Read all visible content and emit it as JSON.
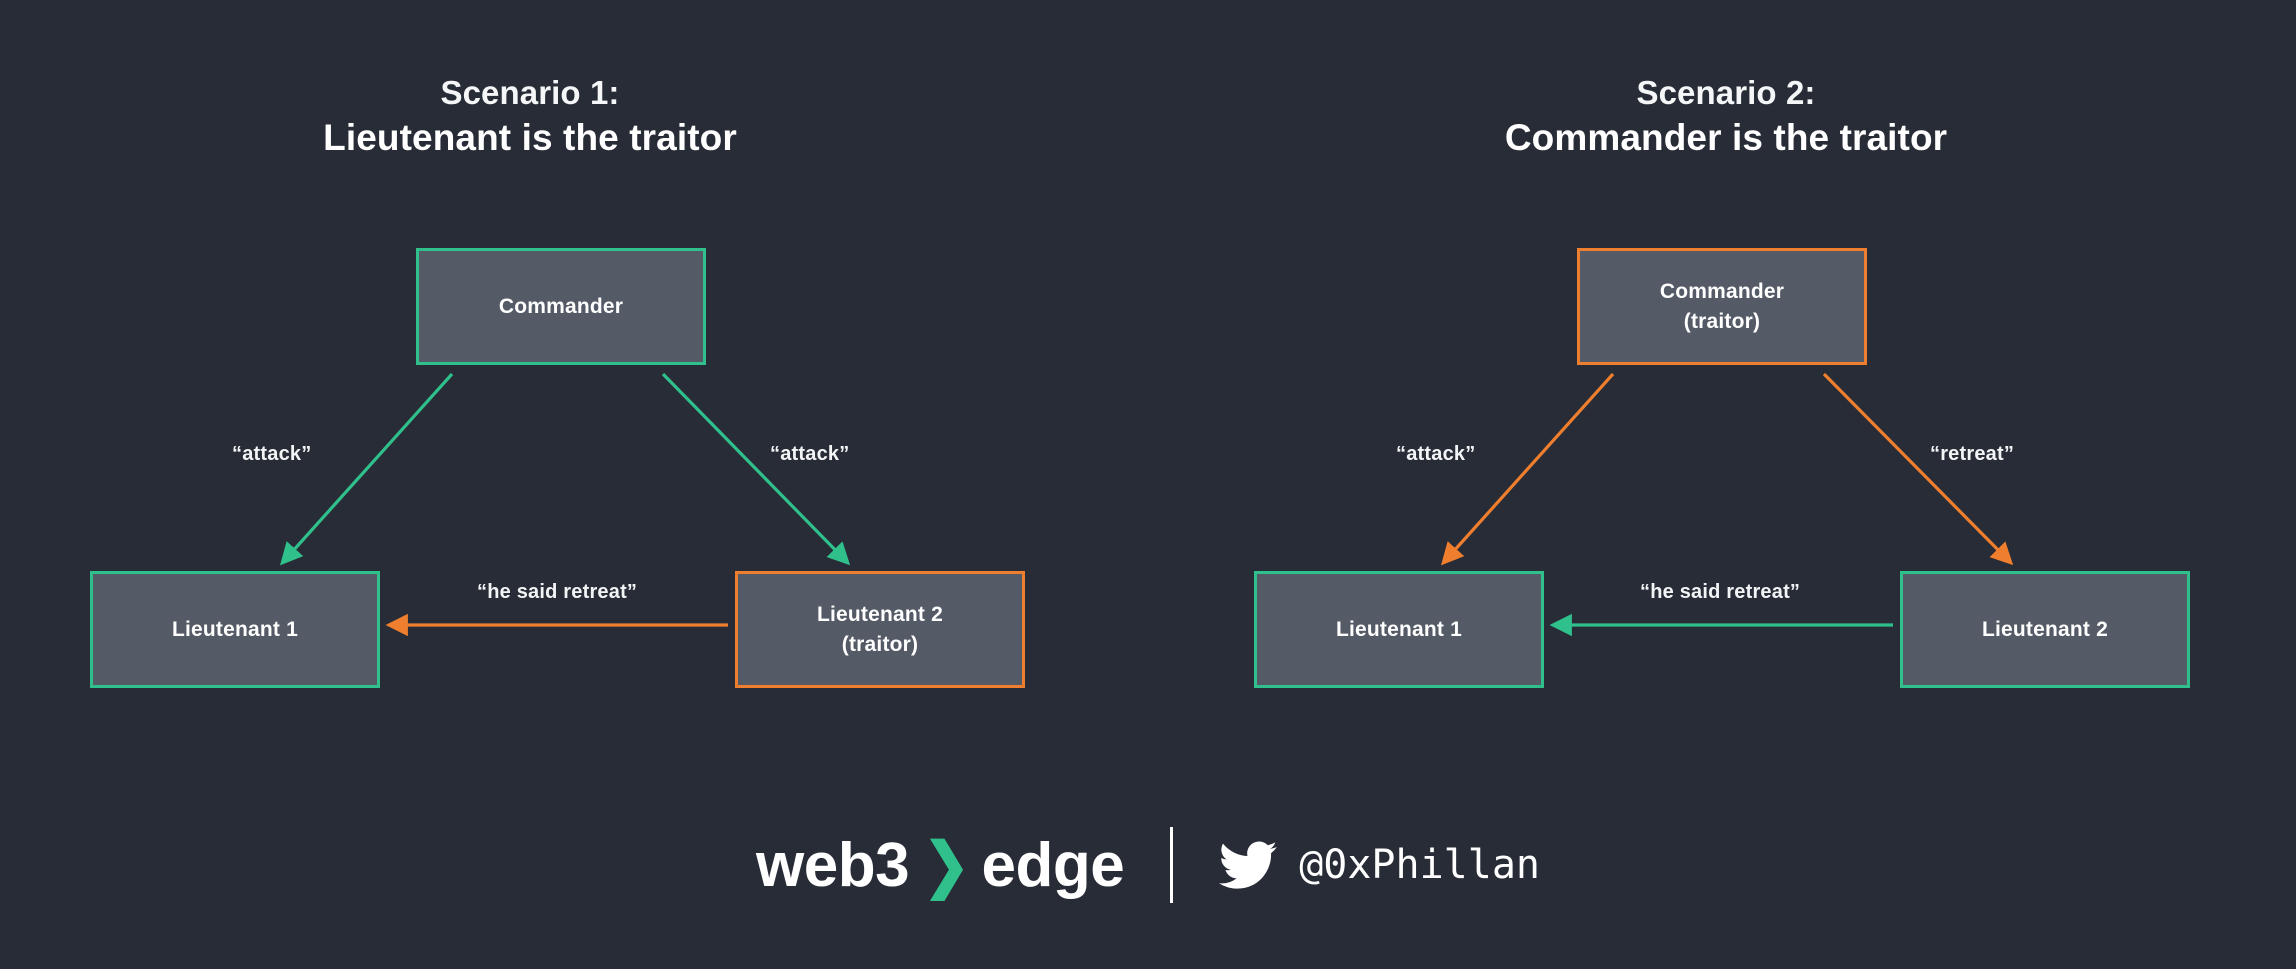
{
  "page": {
    "background_color": "#282c36",
    "box_fill_color": "#545a66",
    "green_color": "#2fc08c",
    "orange_color": "#ef7f2e",
    "text_color": "#ffffff"
  },
  "scenarios": [
    {
      "id": "scenario-1",
      "title_line1": "Scenario 1:",
      "title_line2": "Lieutenant is the traitor",
      "nodes": {
        "commander": {
          "label": "Commander",
          "border_color": "#2fc08c"
        },
        "lieutenant1": {
          "label": "Lieutenant 1",
          "border_color": "#2fc08c"
        },
        "lieutenant2": {
          "label": "Lieutenant 2\n(traitor)",
          "border_color": "#ef7f2e"
        }
      },
      "edges": {
        "commander_to_lt1": {
          "label": "“attack”",
          "color": "#2fc08c"
        },
        "commander_to_lt2": {
          "label": "“attack”",
          "color": "#2fc08c"
        },
        "lt2_to_lt1": {
          "label": "“he said retreat”",
          "color": "#ef7f2e"
        }
      }
    },
    {
      "id": "scenario-2",
      "title_line1": "Scenario 2:",
      "title_line2": "Commander is the traitor",
      "nodes": {
        "commander": {
          "label": "Commander\n(traitor)",
          "border_color": "#ef7f2e"
        },
        "lieutenant1": {
          "label": "Lieutenant 1",
          "border_color": "#2fc08c"
        },
        "lieutenant2": {
          "label": "Lieutenant 2",
          "border_color": "#2fc08c"
        }
      },
      "edges": {
        "commander_to_lt1": {
          "label": "“attack”",
          "color": "#ef7f2e"
        },
        "commander_to_lt2": {
          "label": "“retreat”",
          "color": "#ef7f2e"
        },
        "lt2_to_lt1": {
          "label": "“he said retreat”",
          "color": "#2fc08c"
        }
      }
    }
  ],
  "footer": {
    "brand_part1": "web3",
    "brand_chevron": "❯",
    "brand_part2": "edge",
    "twitter_handle": "@0xPhillan",
    "twitter_icon_name": "twitter-bird-icon"
  }
}
